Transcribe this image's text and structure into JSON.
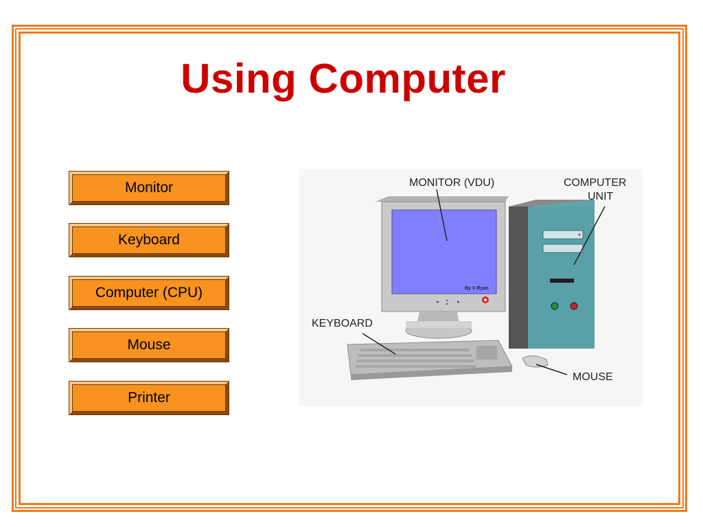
{
  "slide": {
    "title": "Using Computer"
  },
  "menu": {
    "items": [
      {
        "label": "Monitor"
      },
      {
        "label": "Keyboard"
      },
      {
        "label": "Computer (CPU)"
      },
      {
        "label": "Mouse"
      },
      {
        "label": "Printer"
      }
    ]
  },
  "diagram": {
    "labels": {
      "monitor": "MONITOR (VDU)",
      "computer_line1": "COMPUTER",
      "computer_line2": "UNIT",
      "keyboard": "KEYBOARD",
      "mouse": "MOUSE",
      "credit": "By V Ryan"
    }
  },
  "colors": {
    "frame": "#f07a1c",
    "title": "#cc0000",
    "button": "#f7931e",
    "screen": "#8080ff"
  }
}
